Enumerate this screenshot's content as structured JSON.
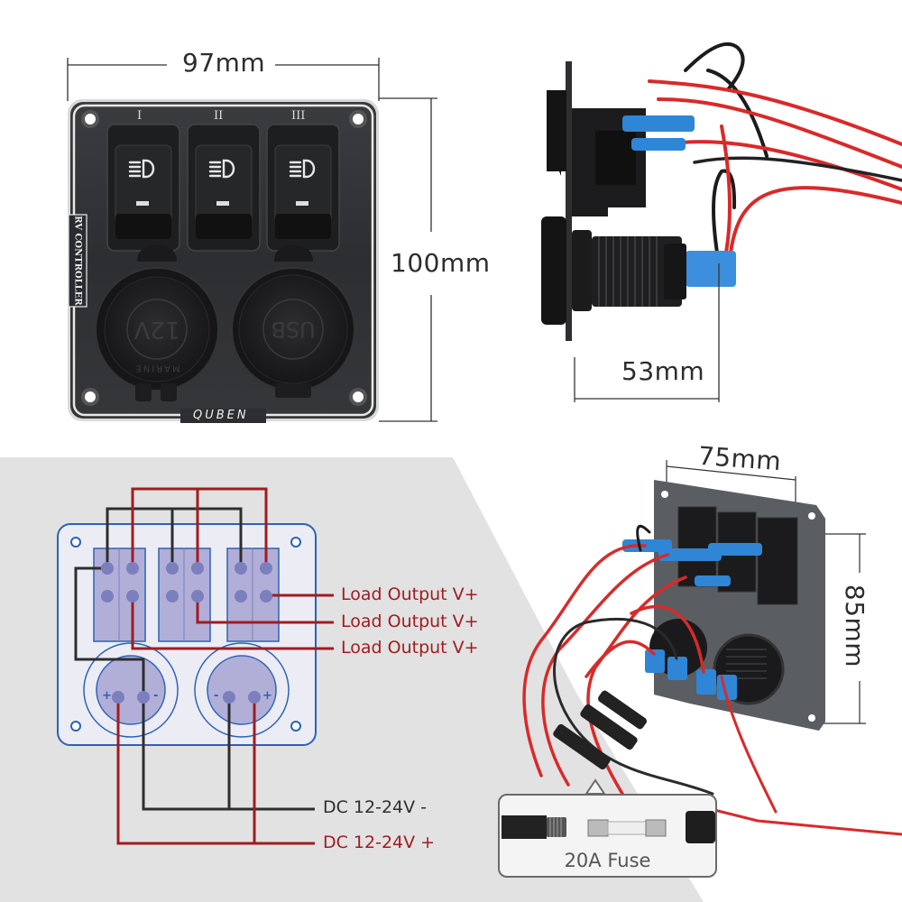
{
  "top_left_panel": {
    "width_label": "97mm",
    "height_label": "100mm",
    "switch_labels": [
      "I",
      "II",
      "III"
    ],
    "switch_icon": "headlight-icon",
    "side_label": "RV CONTROLLER",
    "socket_12v_label": "12V",
    "socket_12v_ring_text": "MARINE",
    "socket_usb_label": "USB",
    "brand": "QUBEN"
  },
  "top_right_side_view": {
    "depth_label": "53mm"
  },
  "wiring_diagram": {
    "load_outputs": [
      "Load Output V+",
      "Load Output V+",
      "Load Output V+"
    ],
    "dc_negative": "DC 12-24V -",
    "dc_positive": "DC 12-24V +",
    "socket_polarity_left": [
      "+",
      "-"
    ],
    "socket_polarity_right": [
      "-",
      "+"
    ],
    "colors": {
      "positive": "#a01c20",
      "negative": "#2e2e2e",
      "panel_outline": "#2b63b5",
      "terminal": "#7b7fbd"
    }
  },
  "bottom_right_back_view": {
    "width_label": "75mm",
    "height_label": "85mm",
    "fuse_label": "20A Fuse"
  }
}
